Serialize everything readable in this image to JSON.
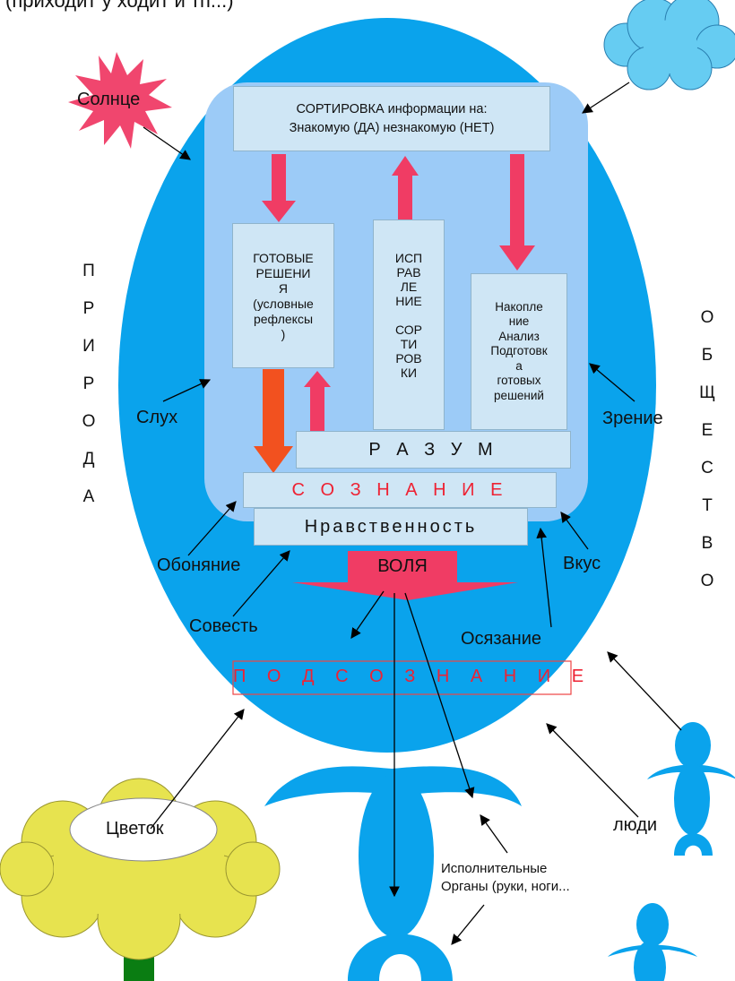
{
  "header_fragment": "(приходит у ходит и тп...)",
  "boxes": {
    "sorting": "СОРТИРОВКА информации на:\nЗнакомую (ДА) незнакомую (НЕТ)",
    "ready": "ГОТОВЫЕ\nРЕШЕНИ\nЯ\n(условные\nрефлексы\n)",
    "correction": "ИСП\nРАВ\nЛЕ\nНИЕ\n\nСОР\nТИ\nРОВ\nКИ",
    "accumulation": "Накопле\nние\nАнализ\nПодготовк\nа\nготовых\nрешений",
    "reason": "Р А З У М",
    "consciousness": "С О З Н А Н И Е",
    "morality": "Нравственность",
    "will": "ВОЛЯ",
    "subconscious": "П О Д С О З Н А Н И Е"
  },
  "side_words": {
    "left": "П\nР\nИ\nР\nО\nД\nА",
    "right": "О\nБ\nЩ\nЕ\nС\nТ\nВ\nО"
  },
  "labels": {
    "sun": "Солнце",
    "hearing": "Слух",
    "vision": "Зрение",
    "smell": "Обоняние",
    "taste": "Вкус",
    "conscience": "Совесть",
    "touch": "Осязание",
    "flower": "Цветок",
    "people": "люди",
    "organs": "Исполнительные\nОрганы (руки, ноги..."
  },
  "colors": {
    "egg": "#0aa3ec",
    "inner": "#9ccbf7",
    "box": "#cfe6f5",
    "arrow": "#f03c64",
    "orange_arrow": "#f2511f",
    "red_text": "#ee2233",
    "star": "#f0466e",
    "cloud": "#66ccf2",
    "flower": "#e7e34f",
    "stem": "#0a7d12"
  }
}
